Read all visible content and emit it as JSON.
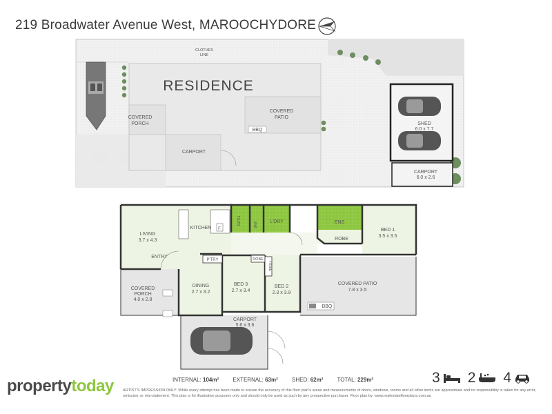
{
  "header": {
    "address": "219 Broadwater Avenue West, MAROOCHYDORE"
  },
  "site_plan": {
    "residence": "RESIDENCE",
    "clothes_line": [
      "CLOTHES",
      "LINE"
    ],
    "covered_porch": [
      "COVERED",
      "PORCH"
    ],
    "covered_patio": [
      "COVERED",
      "PATIO"
    ],
    "bbq": "BBQ",
    "carport": "CARPORT",
    "shed": {
      "name": "SHED",
      "dims": "6.0 x 7.7"
    },
    "carport_right": {
      "name": "CARPORT",
      "dims": "6.0 x 2.6"
    }
  },
  "floor_plan": {
    "living": {
      "name": "LIVING",
      "dims": "3.7 x 4.3"
    },
    "kitchen": "KITCHEN",
    "bath": "BATH",
    "wm": "WM",
    "ldry": "L'DRY",
    "ens": "ENS",
    "robe1": "ROBE",
    "bed1": {
      "name": "BED 1",
      "dims": "3.5 x 3.5"
    },
    "entry": "ENTRY",
    "ptry": "P'TRY",
    "robe2": "ROBE",
    "robe3": "ROBE",
    "covered_porch": {
      "name": [
        "COVERED",
        "PORCH"
      ],
      "dims": "4.0 x 2.8"
    },
    "dining": {
      "name": "DINING",
      "dims": "2.7 x 3.2"
    },
    "bed3": {
      "name": "BED 3",
      "dims": "2.7 x 3.4"
    },
    "bed2": {
      "name": "BED 2",
      "dims": "2.3 x 3.9"
    },
    "covered_patio": {
      "name": "COVERED PATIO",
      "dims": "7.8 x 3.5"
    },
    "bbq": "BBQ",
    "carport": {
      "name": "CARPORT",
      "dims": "5.6 x 3.6"
    },
    "fridge": "F"
  },
  "stats": {
    "internal_label": "INTERNAL:",
    "internal_value": "104m²",
    "external_label": "EXTERNAL:",
    "external_value": "63m²",
    "shed_label": "SHED:",
    "shed_value": "62m²",
    "total_label": "TOTAL:",
    "total_value": "229m²"
  },
  "brand": {
    "part1": "property",
    "part2": "today"
  },
  "counts": {
    "beds": "3",
    "baths": "2",
    "cars": "4"
  },
  "icons": [
    "compass-north-icon",
    "bed-icon",
    "bath-icon",
    "car-icon"
  ],
  "colors": {
    "wet_area_green": "#8dc63f",
    "room_fill": "#eef4e3",
    "outdoor_fill": "#e6e6e6",
    "wall": "#333333"
  },
  "disclaimer": "ARTIST'S IMPRESSION ONLY: While every attempt has been made to ensure the accuracy of this floor plan's areas and measurements of doors, windows, rooms and all other items are approximate and no responsibility is taken for any error, omission, or mis-statement. This plan is for illustrative purposes only and should only be used as such by any prospective purchaser. Floor plan by: www.realestatefloorplans.com.au"
}
